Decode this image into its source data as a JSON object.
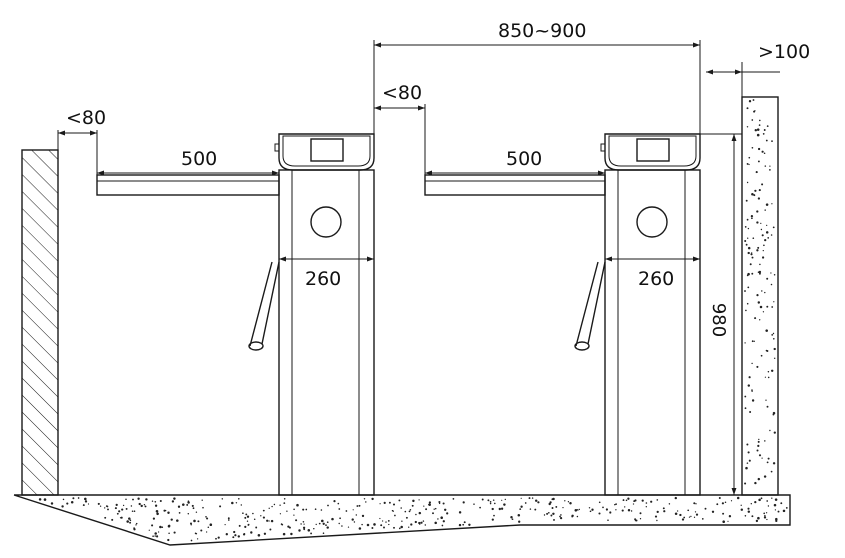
{
  "diagram": {
    "type": "tripod-turnstile-installation-drawing",
    "dimensions": {
      "wall_clearance_left": "<80",
      "arm_length_left": "500",
      "housing_width_left": "260",
      "lane_clearance": "<80",
      "lane_span": "850~900",
      "arm_length_right": "500",
      "housing_width_right": "260",
      "height": "980",
      "wall_clearance_right": ">100"
    },
    "colors": {
      "line": "#1a1a1a",
      "background": "#ffffff"
    },
    "components": [
      "hatched-wall",
      "turnstile-left",
      "turnstile-right",
      "concrete-column",
      "concrete-floor"
    ]
  }
}
